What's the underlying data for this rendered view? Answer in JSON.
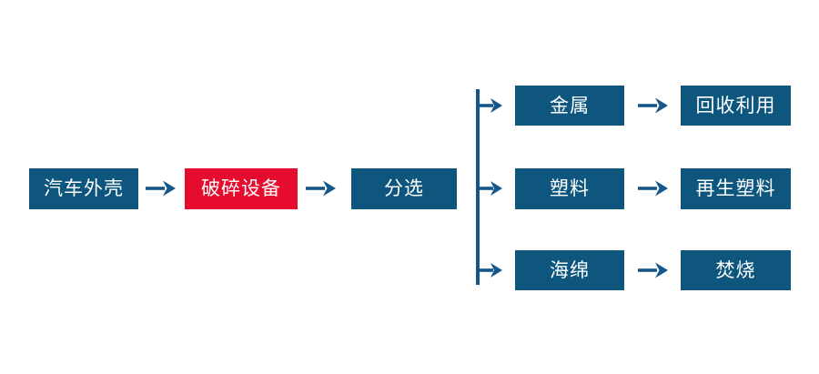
{
  "colors": {
    "node_blue": "#0e567e",
    "node_red": "#e60c2d",
    "connector_blue": "#15578a",
    "node_text": "#ffffff",
    "background": "#ffffff"
  },
  "diagram": {
    "type": "flowchart",
    "direction": "left-to-right",
    "main_flow": {
      "nodes": [
        {
          "id": "car-shell",
          "label": "汽车外壳",
          "color": "blue"
        },
        {
          "id": "crusher",
          "label": "破碎设备",
          "color": "red"
        },
        {
          "id": "sorting",
          "label": "分选",
          "color": "blue"
        }
      ],
      "connector": "arrow-right"
    },
    "branches": [
      {
        "material": "金属",
        "outcome": "回收利用"
      },
      {
        "material": "塑料",
        "outcome": "再生塑料"
      },
      {
        "material": "海绵",
        "outcome": "焚烧"
      }
    ]
  }
}
